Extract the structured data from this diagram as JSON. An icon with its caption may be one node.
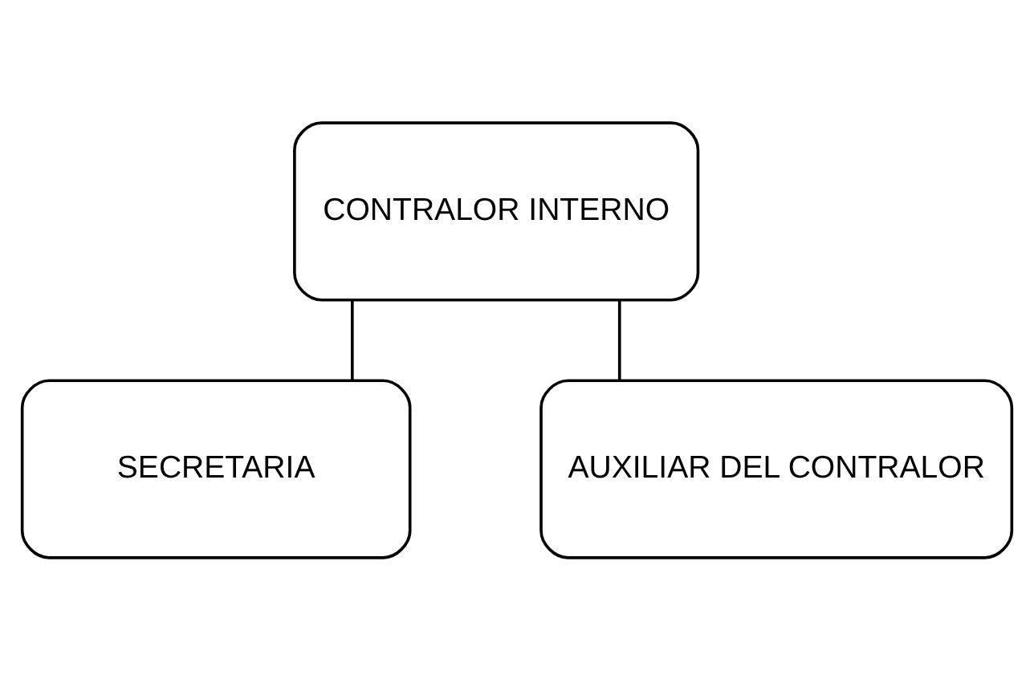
{
  "diagram": {
    "nodes": [
      {
        "text": [
          "CONTRALOR INTERNO"
        ]
      },
      {
        "text": [
          "SECRETARIA"
        ]
      },
      {
        "text": [
          "AUXILIAR DEL CONTRALOR"
        ]
      }
    ],
    "edges": [
      {
        "from": 0,
        "to": 2,
        "arrow": "none"
      },
      {
        "from": 0,
        "to": 1,
        "arrow": "none"
      }
    ]
  }
}
